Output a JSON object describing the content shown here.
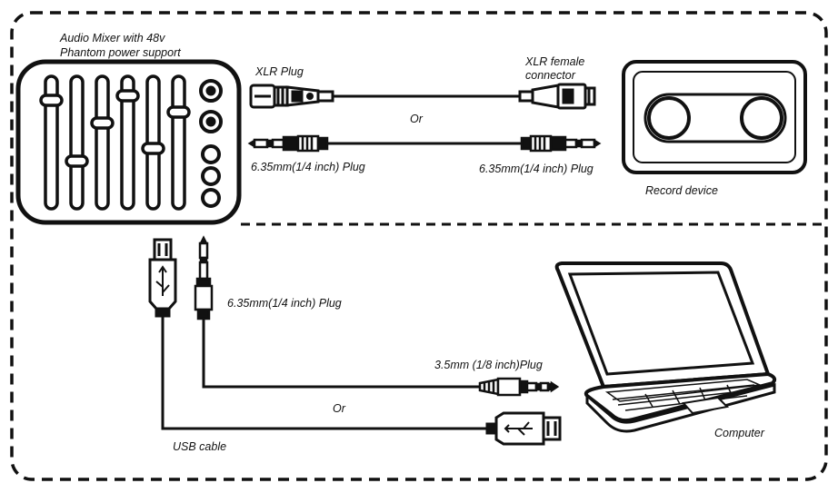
{
  "labels": {
    "mixer_line1": "Audio Mixer with 48v",
    "mixer_line2": "Phantom power support",
    "xlr_plug": "XLR Plug",
    "xlr_female_line1": "XLR female",
    "xlr_female_line2": "connector",
    "or_top": "Or",
    "quarter_plug_left": "6.35mm(1/4 inch) Plug",
    "quarter_plug_right": "6.35mm(1/4 inch) Plug",
    "record_device": "Record device",
    "quarter_plug_bottom": "6.35mm(1/4 inch) Plug",
    "eighth_plug": "3.5mm (1/8 inch)Plug",
    "or_bottom": "Or",
    "usb_cable": "USB cable",
    "computer": "Computer"
  },
  "colors": {
    "stroke": "#111111",
    "background": "#ffffff"
  }
}
